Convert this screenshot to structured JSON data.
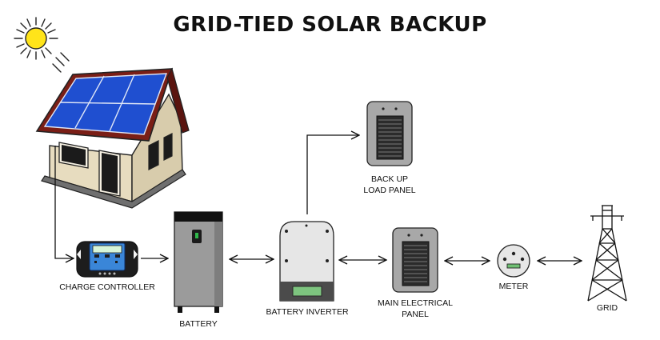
{
  "title": "GRID-TIED SOLAR BACKUP",
  "nodes": {
    "charge_controller": "CHARGE CONTROLLER",
    "battery": "BATTERY",
    "battery_inverter": "BATTERY INVERTER",
    "backup_panel": [
      "BACK UP",
      "LOAD PANEL"
    ],
    "main_panel": [
      "MAIN ELECTRICAL",
      "PANEL"
    ],
    "meter": "METER",
    "grid": "GRID"
  },
  "connections": [
    {
      "from": "house",
      "to": "charge_controller",
      "direction": "one-way"
    },
    {
      "from": "charge_controller",
      "to": "battery",
      "direction": "one-way"
    },
    {
      "from": "battery",
      "to": "battery_inverter",
      "direction": "two-way"
    },
    {
      "from": "battery_inverter",
      "to": "backup_panel",
      "direction": "one-way"
    },
    {
      "from": "battery_inverter",
      "to": "main_panel",
      "direction": "two-way"
    },
    {
      "from": "main_panel",
      "to": "meter",
      "direction": "two-way"
    },
    {
      "from": "meter",
      "to": "grid",
      "direction": "two-way"
    }
  ],
  "icons": [
    "sun-icon",
    "house-with-solar-panels-icon",
    "charge-controller-icon",
    "battery-icon",
    "battery-inverter-icon",
    "load-panel-icon",
    "electrical-panel-icon",
    "meter-icon",
    "transmission-tower-icon"
  ],
  "colors": {
    "solar_panel": "#1f4fd0",
    "roof": "#7a1e16",
    "wall": "#e7dcbf",
    "sun": "#ffe41a",
    "controller_screen": "#3a86d8",
    "battery_body": "#9b9b9b",
    "battery_led": "#2fb84a",
    "inverter_screen": "#7dc47f",
    "meter_display": "#6fbf73"
  }
}
